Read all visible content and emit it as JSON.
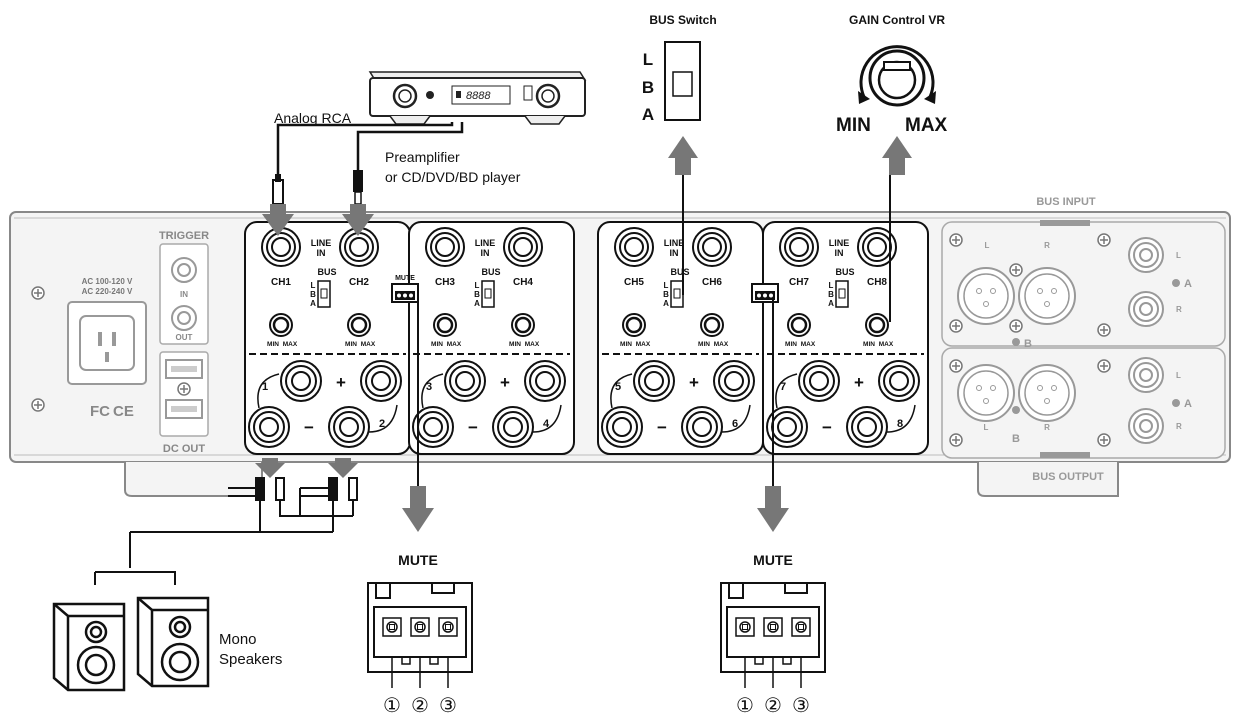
{
  "colors": {
    "panel": "#f2f2f2",
    "stroke": "#111111",
    "faint": "#9a9a9a",
    "arrow": "#555555",
    "dark": "#000000"
  },
  "callouts": {
    "analog_rca": "Analog RCA",
    "preamp_line1": "Preamplifier",
    "preamp_line2": "or CD/DVD/BD player",
    "bus_switch_title": "BUS Switch",
    "bus_L": "L",
    "bus_B": "B",
    "bus_A": "A",
    "gain_title": "GAIN Control VR",
    "gain_min": "MIN",
    "gain_max": "MAX",
    "mute_left": "MUTE",
    "mute_right": "MUTE",
    "speakers_line1": "Mono",
    "speakers_line2": "Speakers",
    "pin1": "①",
    "pin2": "②",
    "pin3": "③"
  },
  "rear_panel": {
    "ac_line1": "AC 100-120 V",
    "ac_line2": "AC 220-240 V",
    "trigger": "TRIGGER",
    "trig_in": "IN",
    "trig_out": "OUT",
    "dc_out": "DC OUT",
    "cert_fc": "FC",
    "cert_ce": "CE",
    "mute_label": "MUTE",
    "bus_input": "BUS INPUT",
    "bus_output": "BUS OUTPUT",
    "xlr_L": "L",
    "xlr_R": "R",
    "rca_L": "L",
    "rca_R": "R",
    "sel_A": "A",
    "sel_B": "B"
  },
  "modules": [
    {
      "ch_a": "CH1",
      "ch_b": "CH2",
      "line": "LINE",
      "in": "IN",
      "bus": "BUS",
      "L": "L",
      "B": "B",
      "A": "A",
      "min": "MIN",
      "max": "MAX",
      "n_top": "1",
      "n_bot": "2",
      "plus": "+",
      "minus": "−"
    },
    {
      "ch_a": "CH3",
      "ch_b": "CH4",
      "line": "LINE",
      "in": "IN",
      "bus": "BUS",
      "L": "L",
      "B": "B",
      "A": "A",
      "min": "MIN",
      "max": "MAX",
      "n_top": "3",
      "n_bot": "4",
      "plus": "+",
      "minus": "−"
    },
    {
      "ch_a": "CH5",
      "ch_b": "CH6",
      "line": "LINE",
      "in": "IN",
      "bus": "BUS",
      "L": "L",
      "B": "B",
      "A": "A",
      "min": "MIN",
      "max": "MAX",
      "n_top": "5",
      "n_bot": "6",
      "plus": "+",
      "minus": "−"
    },
    {
      "ch_a": "CH7",
      "ch_b": "CH8",
      "line": "LINE",
      "in": "IN",
      "bus": "BUS",
      "L": "L",
      "B": "B",
      "A": "A",
      "min": "MIN",
      "max": "MAX",
      "n_top": "7",
      "n_bot": "8",
      "plus": "+",
      "minus": "−"
    }
  ],
  "preamp_display": "8888"
}
